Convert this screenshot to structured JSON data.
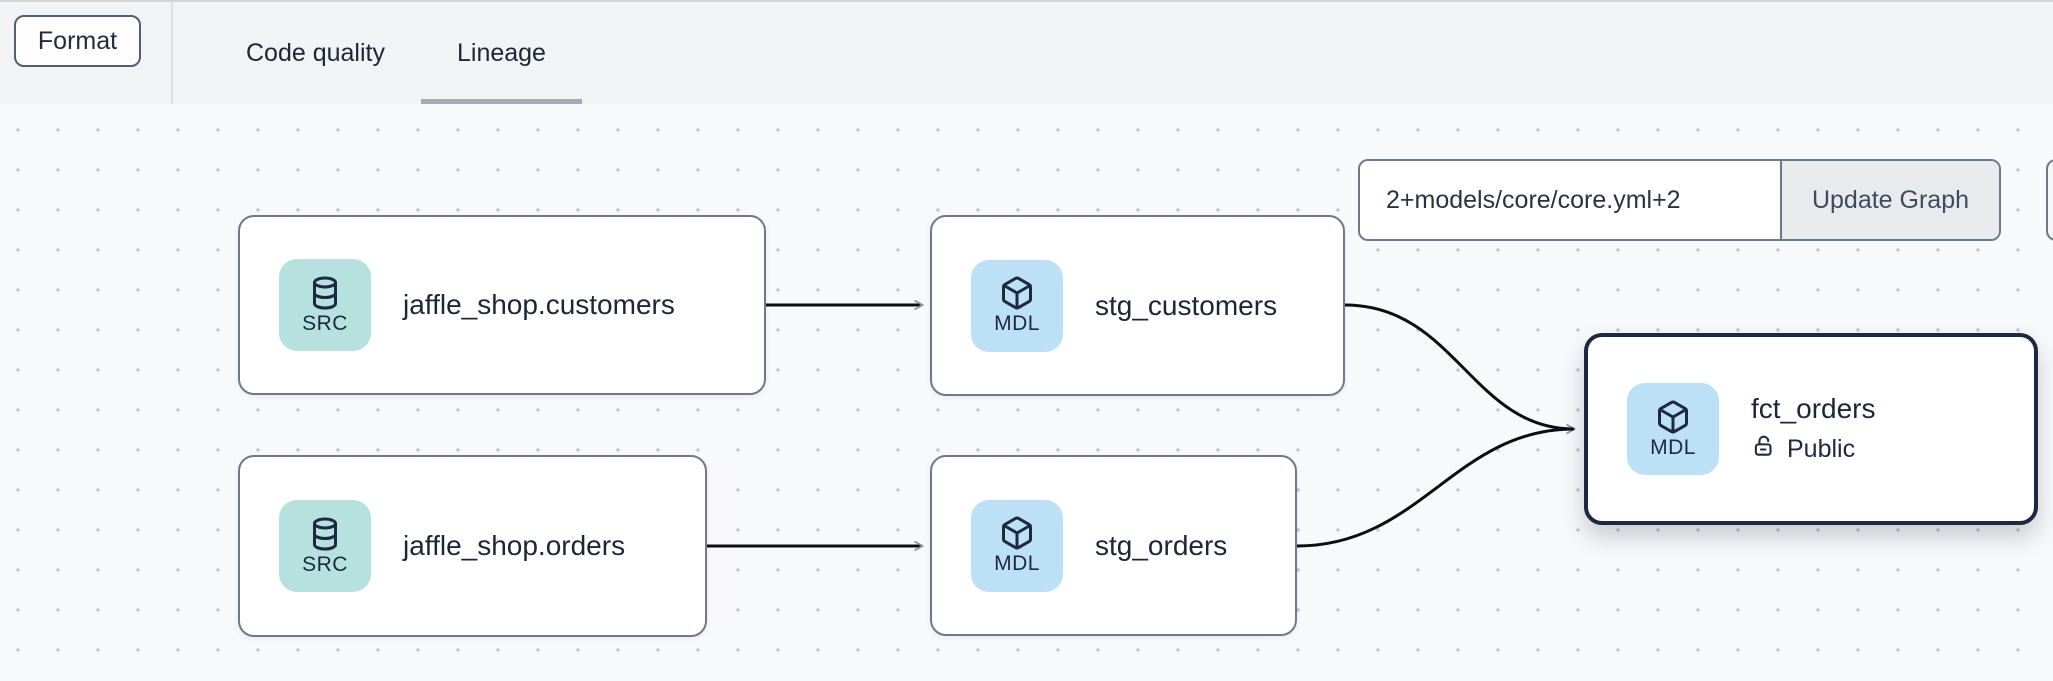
{
  "topbar": {
    "format_label": "Format",
    "tabs": [
      {
        "label": "Code quality",
        "active": false
      },
      {
        "label": "Lineage",
        "active": true
      }
    ]
  },
  "selector": {
    "value": "2+models/core/core.yml+2",
    "update_button_label": "Update Graph"
  },
  "graph": {
    "nodes": [
      {
        "id": "jaffle_shop.customers",
        "type": "source",
        "badge": "SRC",
        "icon": "database-icon",
        "title": "jaffle_shop.customers"
      },
      {
        "id": "stg_customers",
        "type": "model",
        "badge": "MDL",
        "icon": "cube-icon",
        "title": "stg_customers"
      },
      {
        "id": "jaffle_shop.orders",
        "type": "source",
        "badge": "SRC",
        "icon": "database-icon",
        "title": "jaffle_shop.orders"
      },
      {
        "id": "stg_orders",
        "type": "model",
        "badge": "MDL",
        "icon": "cube-icon",
        "title": "stg_orders"
      },
      {
        "id": "fct_orders",
        "type": "model",
        "badge": "MDL",
        "icon": "cube-icon",
        "title": "fct_orders",
        "access": "Public",
        "selected": true
      }
    ],
    "edges": [
      {
        "from": "jaffle_shop.customers",
        "to": "stg_customers"
      },
      {
        "from": "jaffle_shop.orders",
        "to": "stg_orders"
      },
      {
        "from": "stg_customers",
        "to": "fct_orders"
      },
      {
        "from": "stg_orders",
        "to": "fct_orders"
      }
    ]
  },
  "colors": {
    "source_badge_bg": "#b6e1de",
    "model_badge_bg": "#bce0f6",
    "selected_node_border": "#1d2940",
    "node_border": "#717989",
    "edge": "#0c0e12",
    "arrowhead": "#8e93a3",
    "active_tab_underline": "#a5aab4"
  }
}
